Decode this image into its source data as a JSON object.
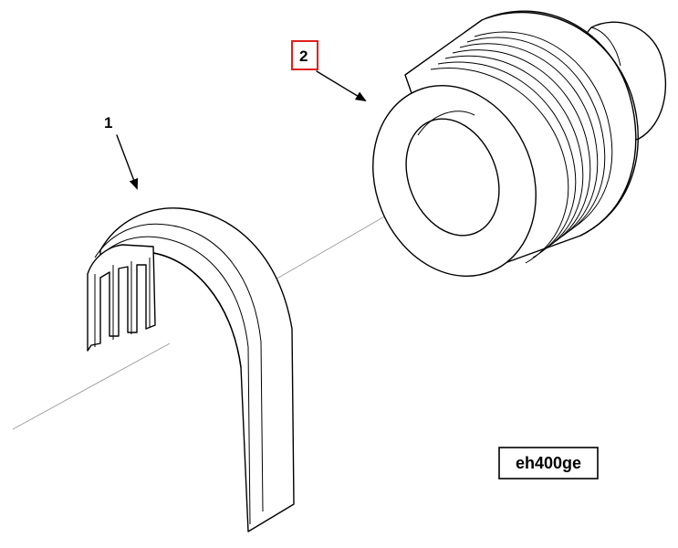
{
  "callouts": {
    "item1": "1",
    "item2": "2"
  },
  "drawing_code": "eh400ge",
  "colors": {
    "highlight_box": "#e0201b",
    "line": "#000000",
    "axis": "#9a9a9a"
  }
}
